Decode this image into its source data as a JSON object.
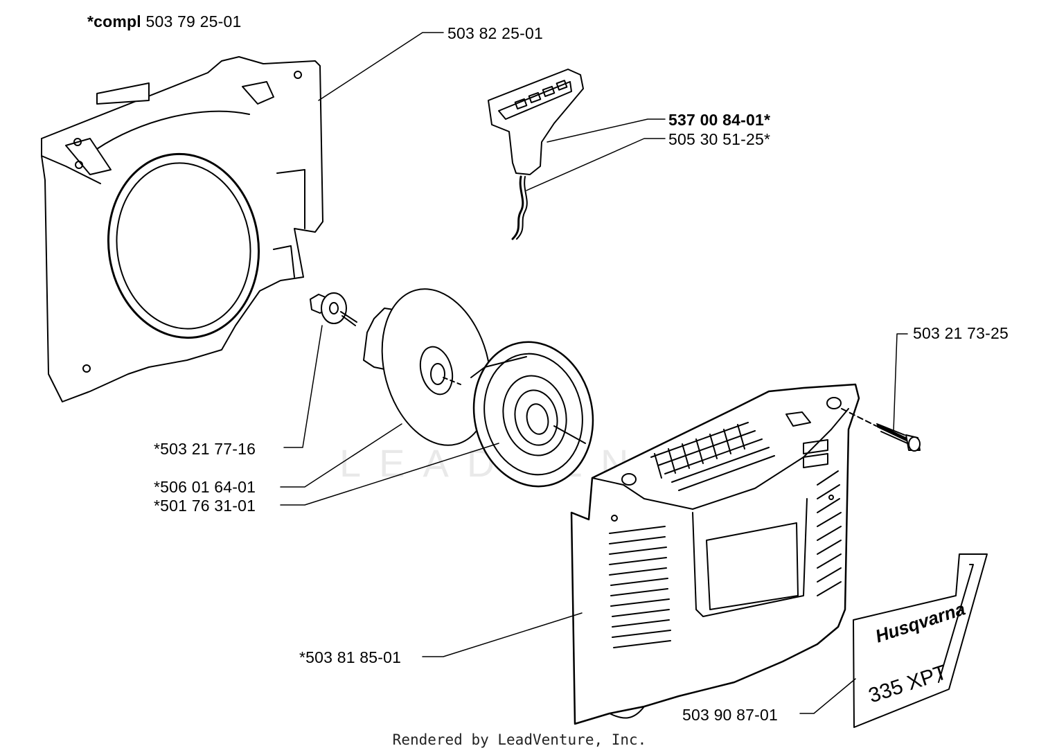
{
  "title": {
    "prefix": "*compl",
    "part": "503 79 25-01"
  },
  "labels": {
    "fan_housing": "503 82 25-01",
    "handle": "537 00 84-01*",
    "rope": "505 30 51-25*",
    "screw": "503 21 73-25",
    "center_screw": "*503 21 77-16",
    "spring_cup": "*506 01 64-01",
    "pulley": "*501 76 31-01",
    "starter_cover": "*503 81 85-01",
    "decal": "503 90 87-01"
  },
  "decal": {
    "brand": "Husqvarna",
    "model": "335 XPT"
  },
  "watermark": "LEADVENTURE",
  "footer": "Rendered by LeadVenture, Inc."
}
